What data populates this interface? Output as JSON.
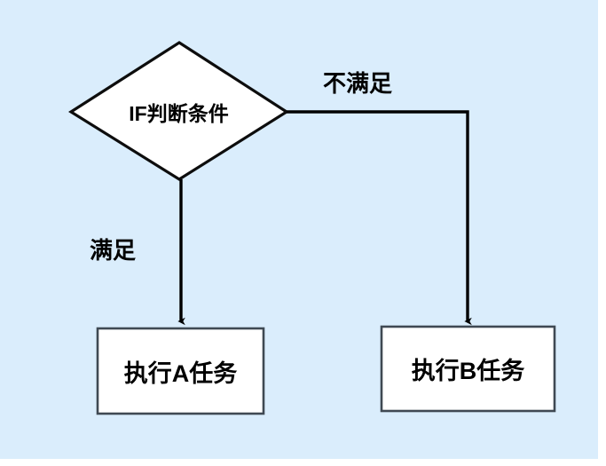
{
  "diagram": {
    "type": "flowchart",
    "title": "IF condition flowchart",
    "background_color": "#daedfc",
    "shape_fill_color": "#ffffff",
    "line_color": "#000000",
    "nodes": [
      {
        "id": "decision",
        "shape": "diamond",
        "label": "IF判断条件",
        "name": "decision-node"
      },
      {
        "id": "task_a",
        "shape": "rectangle",
        "label": "执行A任务",
        "name": "task-a-node"
      },
      {
        "id": "task_b",
        "shape": "rectangle",
        "label": "执行B任务",
        "name": "task-b-node"
      }
    ],
    "edges": [
      {
        "id": "edge_true",
        "from": "decision",
        "to": "task_a",
        "label": "满足",
        "direction": "down"
      },
      {
        "id": "edge_false",
        "from": "decision",
        "to": "task_b",
        "label": "不满足",
        "direction": "right-then-down"
      }
    ]
  }
}
